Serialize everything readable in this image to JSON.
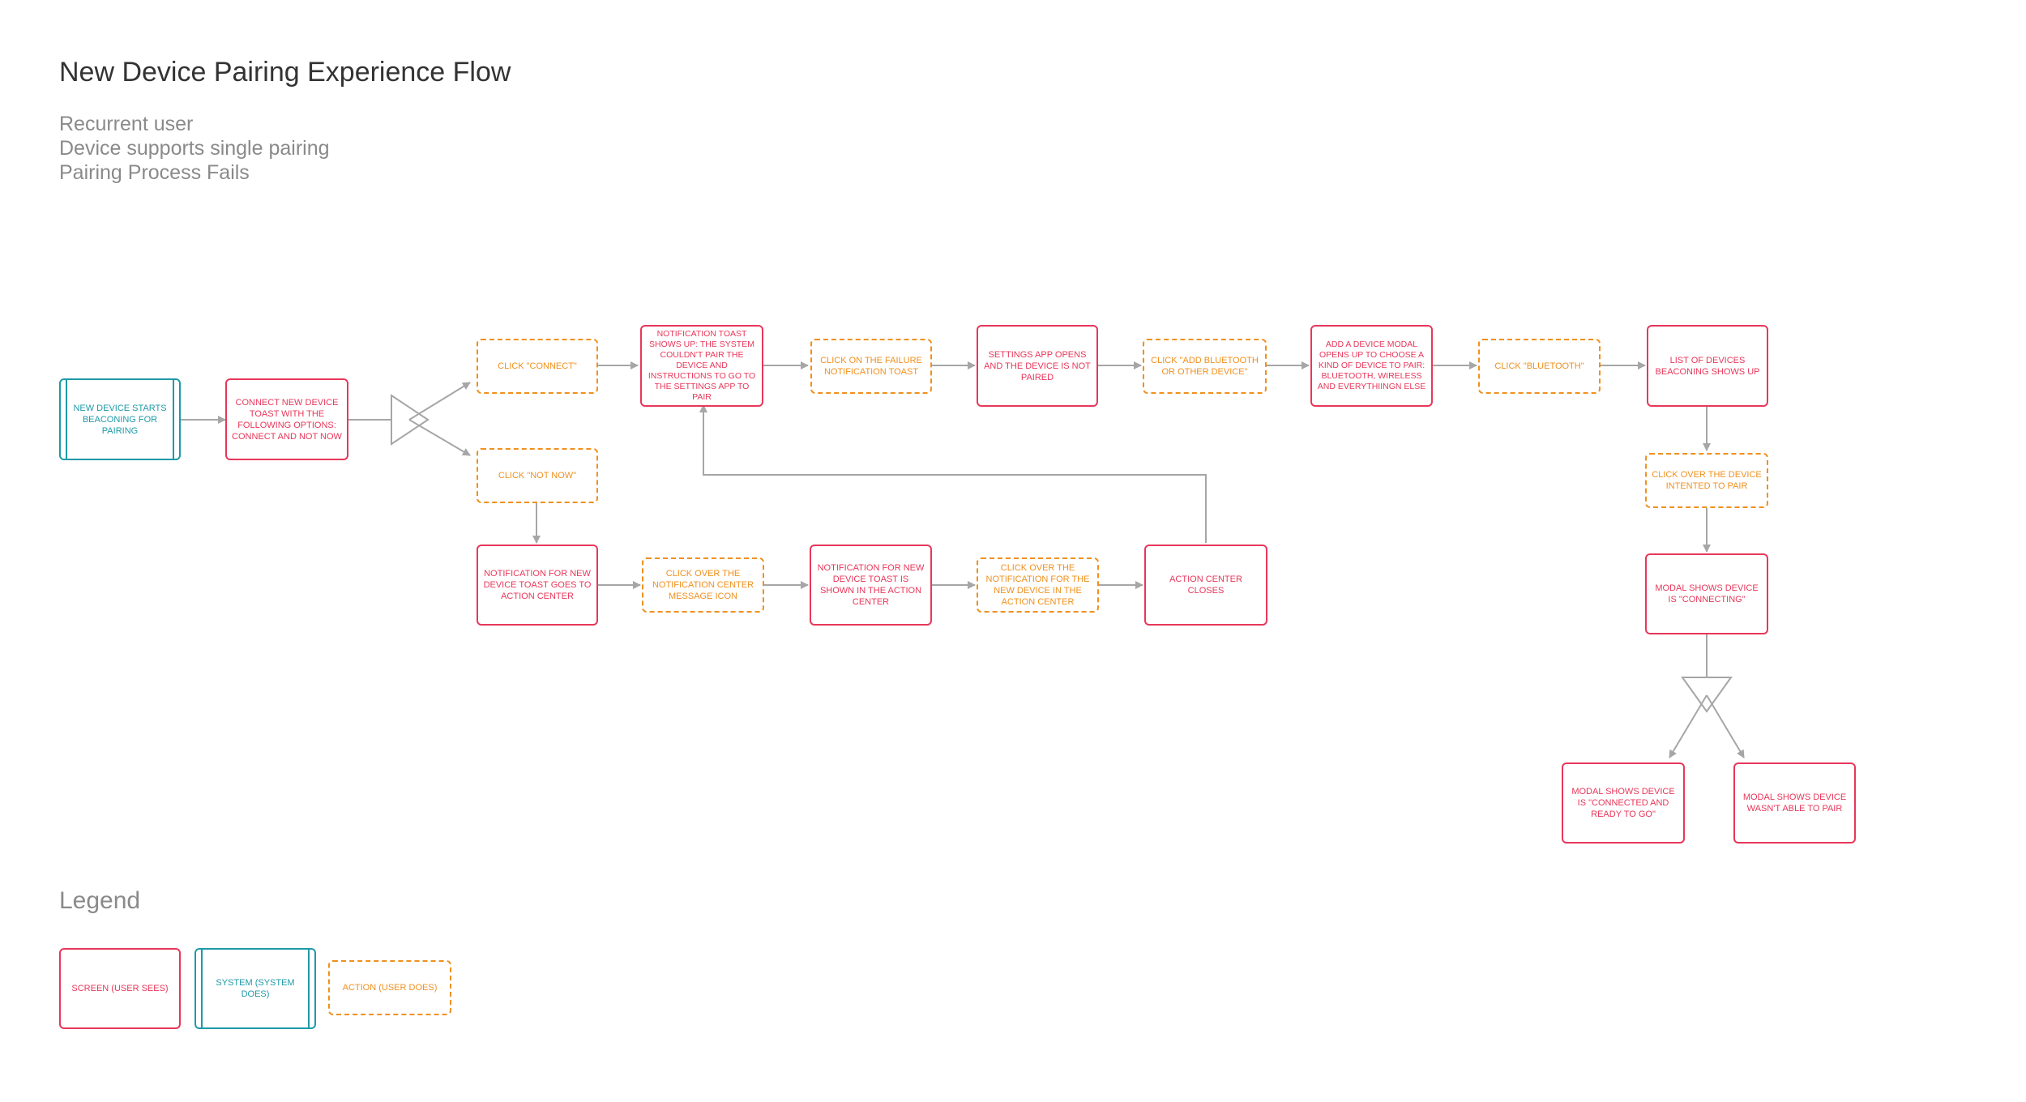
{
  "header": {
    "title": "New Device  Pairing Experience Flow",
    "subtitle_lines": [
      "Recurrent user",
      "Device supports single pairing",
      "Pairing Process Fails"
    ]
  },
  "colors": {
    "screen": "#e8375a",
    "action": "#f0901e",
    "system": "#1f9aa8",
    "connector": "#a6a6a6"
  },
  "nodes": {
    "beacon": "NEW DEVICE STARTS BEACONING FOR PAIRING",
    "connect_toast": "CONNECT NEW DEVICE TOAST WITH THE FOLLOWING OPTIONS: CONNECT AND NOT NOW",
    "click_connect": "CLICK \"CONNECT\"",
    "click_not_now": "CLICK \"NOT NOW\"",
    "failure_toast": "NOTIFICATION TOAST SHOWS UP: THE SYSTEM COULDN'T PAIR THE DEVICE AND INSTRUCTIONS TO GO TO THE SETTINGS APP TO PAIR",
    "click_failure": "CLICK ON THE FAILURE NOTIFICATION TOAST",
    "settings_app": "SETTINGS APP OPENS AND THE DEVICE IS NOT PAIRED",
    "click_add_bt": "CLICK \"ADD BLUETOOTH OR OTHER DEVICE\"",
    "add_modal": "ADD A DEVICE MODAL OPENS UP TO CHOOSE A KIND OF DEVICE TO PAIR: BLUETOOTH, WIRELESS AND EVERYTHIINGN ELSE",
    "click_bt": "CLICK \"BLUETOOTH\"",
    "device_list": "LIST OF DEVICES BEACONING SHOWS UP",
    "click_device": "CLICK OVER THE DEVICE INTENTED TO PAIR",
    "connecting": "MODAL SHOWS DEVICE IS \"CONNECTING\"",
    "connected": "MODAL SHOWS DEVICE IS \"CONNECTED AND READY TO GO\"",
    "failed": "MODAL SHOWS DEVICE WASN'T ABLE TO PAIR",
    "notif_action_center": "NOTIFICATION FOR NEW DEVICE TOAST GOES TO ACTION CENTER",
    "click_notif_icon": "CLICK OVER THE NOTIFICATION CENTER MESSAGE ICON",
    "notif_shown": "NOTIFICATION FOR NEW DEVICE TOAST IS SHOWN IN THE ACTION CENTER",
    "click_notif_new": "CLICK OVER THE NOTIFICATION FOR THE NEW DEVICE IN THE ACTION CENTER",
    "action_center_closes": "ACTION CENTER CLOSES"
  },
  "legend": {
    "title": "Legend",
    "screen": "SCREEN (USER SEES)",
    "system": "SYSTEM (SYSTEM DOES)",
    "action": "ACTION (USER DOES)"
  }
}
